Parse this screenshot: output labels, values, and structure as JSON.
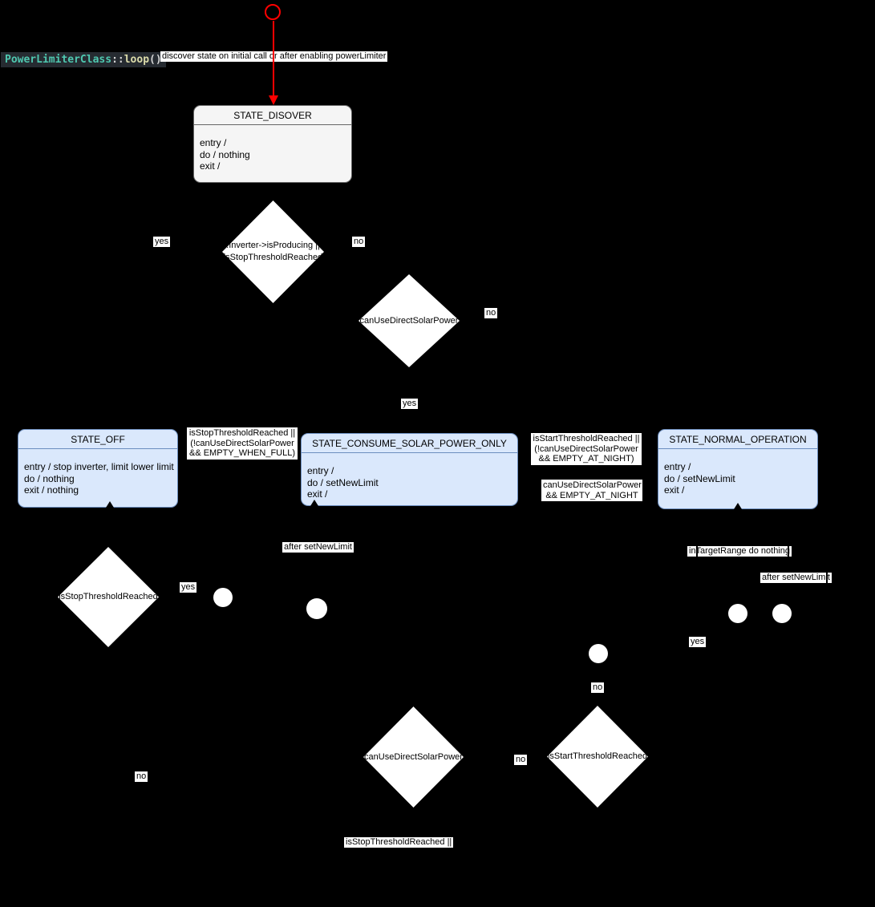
{
  "code_label": {
    "class_name": "PowerLimiterClass",
    "scope": "::",
    "method": "loop",
    "parens": "()"
  },
  "colors": {
    "background": "#000000",
    "arrow_red": "#ff0000",
    "state_fill_gray": "#f5f5f5",
    "state_border_gray": "#666666",
    "state_fill_blue": "#dae8fc",
    "state_border_blue": "#6c8ebf",
    "label_bg": "#ffffff",
    "label_text": "#000000",
    "code_bg": "#262b31",
    "code_class_color": "#4fc8b0",
    "code_method_color": "#dcdcaa"
  },
  "states": [
    {
      "title": "STATE_DISOVER",
      "lines": [
        "entry /",
        "do / nothing",
        "exit /"
      ]
    },
    {
      "title": "STATE_OFF",
      "lines": [
        "entry / stop inverter, limit lower limit",
        "do / nothing",
        "exit / nothing"
      ]
    },
    {
      "title": "STATE_CONSUME_SOLAR_POWER_ONLY",
      "lines": [
        "entry /",
        "do / setNewLimit",
        "exit /"
      ]
    },
    {
      "title": "STATE_NORMAL_OPERATION",
      "lines": [
        "entry /",
        "do / setNewLimit",
        "exit /"
      ]
    }
  ],
  "decisions": [
    {
      "lines": [
        "!Inverter->isProducing ||",
        "isStopThresholdReached"
      ]
    },
    {
      "lines": [
        "canUseDirectSolarPower"
      ]
    },
    {
      "lines": [
        "isStopThresholdReached"
      ]
    },
    {
      "lines": [
        "canUseDirectSolarPower"
      ]
    },
    {
      "lines": [
        "isStartThresholdReached"
      ]
    }
  ],
  "edge_labels": {
    "discover": "discover state on initial call or after enabling powerLimiter",
    "d1_yes": "yes",
    "d1_no": "no",
    "d2_no": "no",
    "d2_yes": "yes",
    "guard_to_off": [
      "isStopThresholdReached ||",
      "(!canUseDirectSolarPower",
      "&& EMPTY_WHEN_FULL)"
    ],
    "guard_to_consume": [
      "isStartThresholdReached ||",
      "(!canUseDirectSolarPower",
      "&& EMPTY_AT_NIGHT)"
    ],
    "guard_to_normal": [
      "canUseDirectSolarPower",
      "&& EMPTY_AT_NIGHT"
    ],
    "d3_yes": "yes",
    "d3_no": "no",
    "after_setnewlimit_left": "after setNewLimit",
    "in_target_range": "inTargetRange do nothing",
    "after_setnewlimit_right": "after setNewLimit",
    "d5_yes": "yes",
    "d5_no": "no",
    "d4_no": "no",
    "guard_bottom": "isStopThresholdReached ||"
  }
}
